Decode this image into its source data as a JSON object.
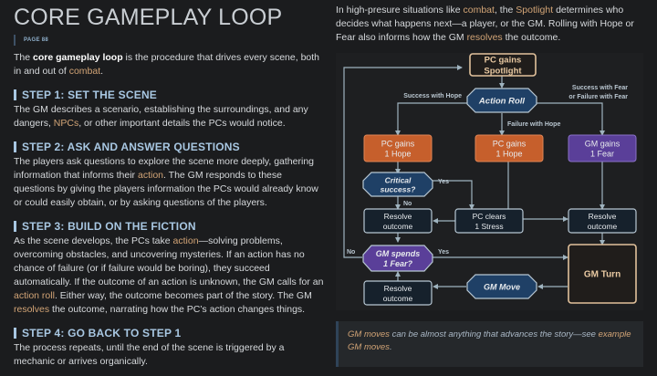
{
  "page": {
    "title": "CORE GAMEPLAY LOOP",
    "page_ref": "PAGE 88"
  },
  "intro": {
    "pre": "The ",
    "bold": "core gameplay loop",
    "mid": " is the procedure that drives every scene, both in and out of ",
    "link": "combat",
    "post": "."
  },
  "steps": [
    {
      "heading": "STEP 1: SET THE SCENE",
      "parts": [
        {
          "t": "The GM describes a scenario, establishing the surroundings, and any dangers, "
        },
        {
          "t": "NPCs",
          "link": true
        },
        {
          "t": ", or other important details the PCs would notice."
        }
      ]
    },
    {
      "heading": "STEP 2: ASK AND ANSWER QUESTIONS",
      "parts": [
        {
          "t": "The players ask questions to explore the scene more deeply, gathering information that informs their "
        },
        {
          "t": "action",
          "link": true
        },
        {
          "t": ". The GM responds to these questions by giving the players information the PCs would already know or could easily obtain, or by asking questions of the players."
        }
      ]
    },
    {
      "heading": "STEP 3: BUILD ON THE FICTION",
      "parts": [
        {
          "t": "As the scene develops, the PCs take "
        },
        {
          "t": "action",
          "link": true
        },
        {
          "t": "—solving problems, overcoming obstacles, and uncovering mysteries. If an action has no chance of failure (or if failure would be boring), they succeed automatically. If the outcome of an action is unknown, the GM calls for an "
        },
        {
          "t": "action roll",
          "link": true
        },
        {
          "t": ". Either way, the outcome becomes part of the story. The GM "
        },
        {
          "t": "resolves",
          "link": true
        },
        {
          "t": " the outcome, narrating how the PC’s action changes things."
        }
      ]
    },
    {
      "heading": "STEP 4: GO BACK TO STEP 1",
      "parts": [
        {
          "t": "The process repeats, until the end of the scene is triggered by a mechanic or arrives organically."
        }
      ]
    }
  ],
  "right_intro": {
    "parts": [
      {
        "t": "In high-presure situations like "
      },
      {
        "t": "combat",
        "link": true
      },
      {
        "t": ", the "
      },
      {
        "t": "Spotlight",
        "link": true
      },
      {
        "t": " determines who decides what happens next—a player, or the GM. Rolling with Hope or Fear also informs how the GM "
      },
      {
        "t": "resolves",
        "link": true
      },
      {
        "t": " the outcome."
      }
    ]
  },
  "flowchart": {
    "colors": {
      "hope": "#c65f2c",
      "fear": "#5a3f99",
      "roll": "#1f4066",
      "dark_node": "#16212c",
      "spotlight_border": "#e2c29c",
      "edge": "#9fb3bf",
      "label": "#b9c6d0"
    },
    "nodes": {
      "spotlight": [
        "PC gains",
        "Spotlight"
      ],
      "action_roll": "Action Roll",
      "hope_left": [
        "PC gains",
        "1 Hope"
      ],
      "hope_mid": [
        "PC gains",
        "1 Hope"
      ],
      "fear": [
        "GM gains",
        "1 Fear"
      ],
      "critical": [
        "Critical",
        "success?"
      ],
      "resolve_left": [
        "Resolve",
        "outcome"
      ],
      "clear_stress": [
        "PC clears",
        "1 Stress"
      ],
      "resolve_right": [
        "Resolve",
        "outcome"
      ],
      "gm_spends": [
        "GM spends",
        "1 Fear?"
      ],
      "gm_turn": "GM Turn",
      "resolve_bottom": [
        "Resolve",
        "outcome"
      ],
      "gm_move": "GM Move"
    },
    "edge_labels": {
      "success_hope": "Success with Hope",
      "success_fear": [
        "Success with Fear",
        "or Failure with Fear"
      ],
      "failure_hope": "Failure with Hope",
      "yes_critical": "Yes",
      "no_critical": "No",
      "no_spend": "No",
      "yes_spend": "Yes"
    }
  },
  "callout": {
    "parts": [
      {
        "t": "GM moves",
        "link": true
      },
      {
        "t": " can be almost anything that advances the story—see "
      },
      {
        "t": "example GM moves",
        "link": true
      },
      {
        "t": "."
      }
    ]
  }
}
